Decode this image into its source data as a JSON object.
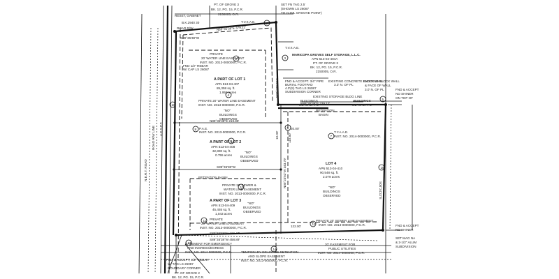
{
  "top": {
    "owner_line1": "PT. OF GROVE 3",
    "owner_line2": "BK. 12, PG. 15, P.C.R.",
    "owner_line3": "2150005, O.R.",
    "note_reset_gabinet": "RESET, GABINET",
    "note_bk_2940": "B.K.2940 30",
    "note_set_fn": "SET FN TAG 2.5'",
    "note_set_fn2": "(SHOWN LS 26087",
    "note_set_fn3": "TO CUML GROOVE POINT)",
    "tv_note": "T.V.X.A.E.",
    "edge_label": "ROAD R/W"
  },
  "left_road": {
    "label_1": "N.E.R.T. ROAD",
    "label_2": "ROAD R/W LINE",
    "label_3": "A.E.S.P.T."
  },
  "lot1": {
    "title": "A PART OF LOT 1",
    "apn": "APN 513-04-407",
    "sqft": "85,358 sq. ft.",
    "acres": "1.959 acres",
    "bldg": "\"NO\"",
    "bldg2": "BUILDINGS",
    "bldg3": "OBSERVED"
  },
  "lot2": {
    "title": "A PART OF LOT 2",
    "apn": "APN 513-04-408",
    "sqft": "32,890 sq. ft.",
    "acres": "0.755 acres",
    "bldg": "\"NO\"",
    "bldg2": "BUILDINGS",
    "bldg3": "OBSERVED"
  },
  "lot3": {
    "title": "A PART OF LOT 3",
    "apn": "APN 513-04-409",
    "sqft": "45,455 sq. ft.",
    "acres": "1,043 acres",
    "bldg": "\"NO\"",
    "bldg2": "BUILDINGS",
    "bldg3": "OBSERVED"
  },
  "lot4": {
    "title": "LOT 4",
    "apn": "APN 513-04-410",
    "sqft": "90,548 sq. ft.",
    "acres": "2.079 acres",
    "bldg": "\"NO\"",
    "bldg2": "BUILDINGS",
    "bldg3": "OBSERVED"
  },
  "easements": {
    "water_20": "PRIVATE",
    "water_20b": "20' WATER LINE EASEMENT",
    "water_20c": "INST. NO. 2013-0000000, P.C.R.",
    "water_20d": "PRIVATE 20' WATER LINE EASEMENT",
    "water_20e": "INST. NO. 2013-0000000, P.C.R.",
    "sewer": "PRIVATE 20' SEWER &",
    "sewer2": "WATER LINE EASEMENT",
    "sewer3": "INST. NO. 2013-0000000, P.C.R.",
    "water_lot3": "PRIVATE",
    "water_lot3b": "20' WATER LINE EASEMENT",
    "water_lot3c": "INST. NO. 2013-0000000, P.C.R.",
    "sewer_bottom": "PRIVATE 20' SEWER LINE EASEMENT",
    "sewer_bottom2": "INST. NO. 2013-0000000, P.C.R.",
    "retention": "RETENTION BASIN",
    "retention2": "RETENTION",
    "retention3": "BASIN",
    "drainage": "TEMPORARY DRAINAGE RETENTION",
    "drainage2": "AND SLOPE EASEMENT",
    "drainage3": "INST. NO. 2013-0000000, P.C.R.",
    "ingress": "EASEMENT FOR EMERGENCY",
    "ingress2": "AND INGRESS/EGRESS",
    "ingress3": "INST. NO. 2014-0000000, P.C.R.",
    "public_util": "20' EASEMENT FOR",
    "public_util2": "PUBLIC UTILITIES",
    "public_util3": "INST. NO. 2014-0000000, P.C.R.",
    "pae_1": "P.A.E.",
    "pae_2": "INST. NO. 2013-0000000, P.C.R."
  },
  "self_storage": {
    "line1": "MARICOPA GROVES SELF STORAGE, L.L.C.",
    "line2": "APN 513-04-404A",
    "line3": "PT. OF GROVE 3",
    "line4": "BK. 12, PG. 15, P.C.R.",
    "line5": "2150005, O.R."
  },
  "corner_notes": {
    "found1": "FND & ACCEPT. 3/4\" PIPE",
    "found1b": "BURIAL FOOTPAD",
    "found1c": "4.0'(S) TAG LS 26087",
    "found1d": "SUBDIVISION CORNER",
    "block_wall": "EXISTING CONCRETE BLOCK WALL",
    "block_wall2": "3.3' N. OF PL",
    "fence": "EXISTING STORAGE BLDG LINE",
    "buildings1": "BUILDINGS",
    "buildings1b": "3.1' N. OF PL",
    "buildings2": "BUILDINGS",
    "buildings2b": "3.2' N. OF PL",
    "block_wall_r": "EXISTING BLOCK WALL",
    "block_wall_r2": "& FACE OF WALL",
    "block_wall_r3": "3.0' N. OF PL",
    "right_fnd": "FND & ACCEPT",
    "right_fnd2": "NO SHINER",
    "right_fnd3": "ON TOP OF",
    "right_fnd4": "FND & ACCEPT",
    "right_fnd5": "NO SHINER",
    "right_fnd6": "SET MAG NA",
    "right_fnd7": "& 2-1/2\" ALUM",
    "right_fnd8": "SUBDIVISION",
    "bottom_fnd": "FND & ACCEPT, 1/2\" REBAR",
    "bottom_fnd2": "W/ TAG LS 26087",
    "bottom_fnd3": "BOUNDARY CORNER",
    "fnd_rebar": "FND 1/2\" REBAR",
    "fnd_rebar2": "W/ CAP LS 26087",
    "tyak": "T.Y.A.A.E.",
    "tyak2": "INST. NO. 2014-0000000, P.C.R."
  },
  "bottom": {
    "line1": "PT. OF GROVE 2",
    "line2": "BK. 12, PG. 15, P.C.R."
  },
  "bearings": {
    "top": "N89°35'38\"E  379.22'",
    "top_west": "S89°35'38\"W",
    "lot1_south": "N89°35'38\"E  219.85'",
    "lot2_south": "S89°35'38\"W",
    "lot3_south": "S89°35'38\"W  220.47'",
    "lot4_north": "N89°35'38\"E  239.12'",
    "lot4_west": "N00°23'52\"W 343.79'",
    "lot4_east": "S00°24'22\"E",
    "bottom": "S89°35'38\"W  458.89'",
    "east_main": "N00°23'52\"W",
    "dist1": "10.00'",
    "dist2": "115.80'",
    "dist3": "20.00'",
    "dist4": "122.00'"
  },
  "curve_ids": [
    "1",
    "2",
    "3",
    "4",
    "5",
    "6",
    "7",
    "8",
    "9",
    "10",
    "11",
    "12",
    "13",
    "14",
    "15",
    "16"
  ]
}
